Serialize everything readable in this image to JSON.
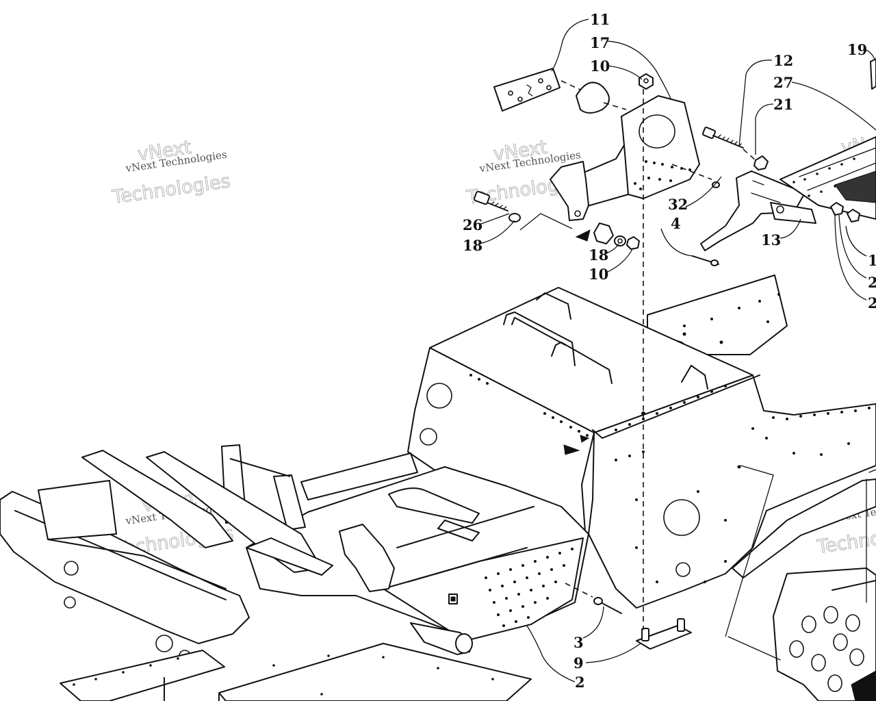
{
  "watermark": {
    "line1": "vNext Technologies",
    "line2": "vNext",
    "line3": "Technologies"
  },
  "callouts": {
    "c11": "11",
    "c17": "17",
    "c10a": "10",
    "c12": "12",
    "c27": "27",
    "c21": "21",
    "c19": "19",
    "c26": "26",
    "c18a": "18",
    "c18b": "18",
    "c10b": "10",
    "c32": "32",
    "c4": "4",
    "c13": "13",
    "c1r": "1",
    "c2r1": "2",
    "c2r2": "2",
    "c3": "3",
    "c9": "9",
    "c2": "2"
  }
}
